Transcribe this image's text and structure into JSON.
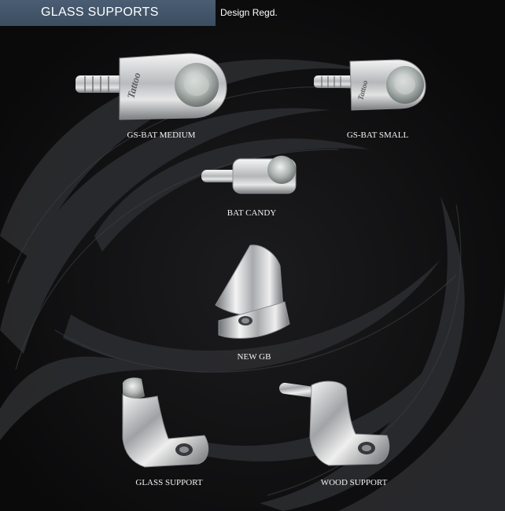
{
  "header": {
    "title": "GLASS SUPPORTS",
    "note": "Design Regd."
  },
  "products": [
    {
      "name": "GS-BAT MEDIUM",
      "brand_stamp": "Tattoo"
    },
    {
      "name": "GS-BAT SMALL",
      "brand_stamp": "Tattoo"
    },
    {
      "name": "BAT CANDY"
    },
    {
      "name": "NEW GB"
    },
    {
      "name": "GLASS SUPPORT"
    },
    {
      "name": "WOOD SUPPORT"
    }
  ],
  "colors": {
    "background": "#0c0c0d",
    "header": "#3f5266",
    "swirl": "#2a2b2e",
    "label": "#f2f2f2"
  }
}
